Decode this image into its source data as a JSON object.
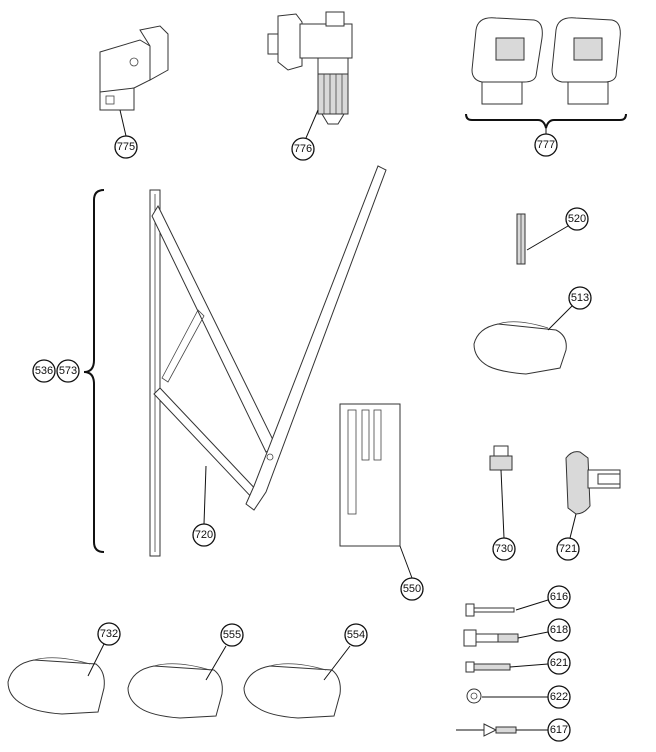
{
  "labels": {
    "p775": "775",
    "p776": "776",
    "p777": "777",
    "p520": "520",
    "p513": "513",
    "p536_573": "536|573",
    "p720": "720",
    "p550": "550",
    "p730": "730",
    "p721": "721",
    "p616": "616",
    "p618": "618",
    "p621": "621",
    "p622": "622",
    "p617": "617",
    "p732": "732",
    "p555": "555",
    "p554": "554"
  },
  "colors": {
    "line": "#111111",
    "part_fill": "#ffffff",
    "shade": "#d9d9d9"
  }
}
